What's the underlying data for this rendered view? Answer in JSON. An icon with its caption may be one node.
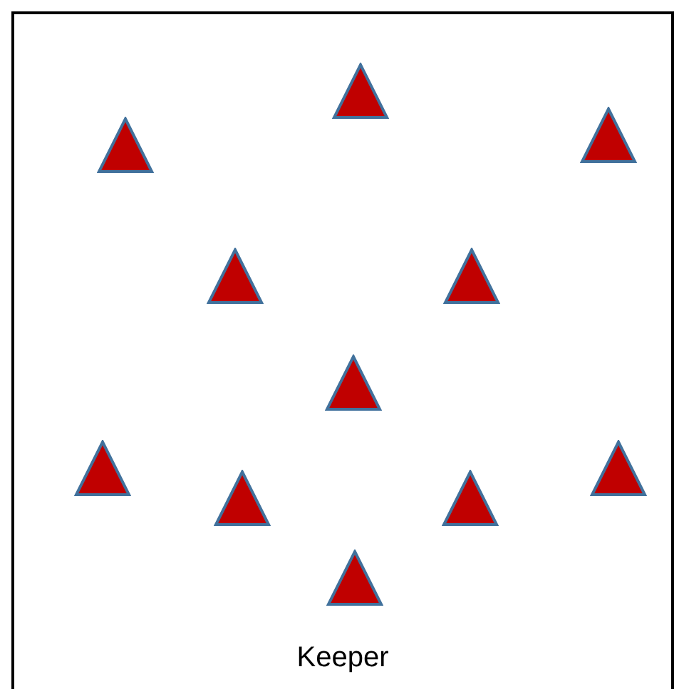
{
  "diagram": {
    "nodes": [
      {
        "text": [
          "Keeper"
        ]
      },
      {
        "text": [],
        "shape": "triangle",
        "in": 0
      },
      {
        "text": [],
        "shape": "triangle",
        "in": 0
      },
      {
        "text": [],
        "shape": "triangle",
        "in": 0
      },
      {
        "text": [],
        "shape": "triangle",
        "in": 0
      },
      {
        "text": [],
        "shape": "triangle",
        "in": 0
      },
      {
        "text": [],
        "shape": "triangle",
        "in": 0
      },
      {
        "text": [],
        "shape": "triangle",
        "in": 0
      },
      {
        "text": [],
        "shape": "triangle",
        "in": 0
      },
      {
        "text": [],
        "shape": "triangle",
        "in": 0
      },
      {
        "text": [],
        "shape": "triangle",
        "in": 0
      },
      {
        "text": [],
        "shape": "triangle",
        "in": 0
      }
    ]
  }
}
